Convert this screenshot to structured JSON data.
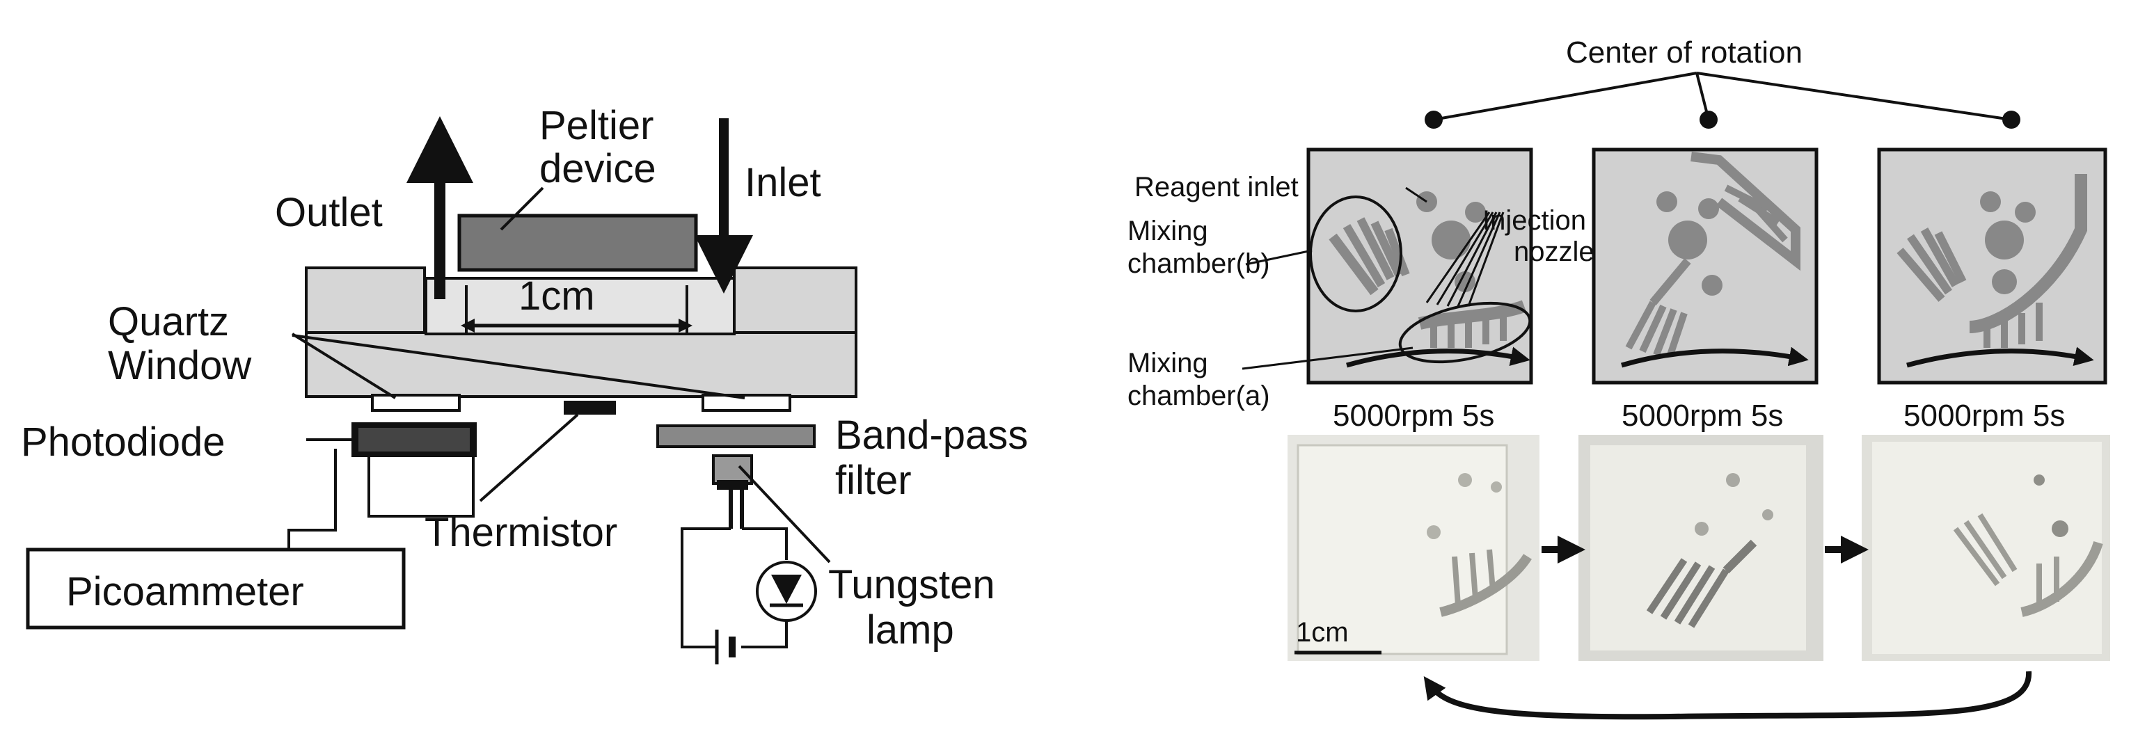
{
  "left_panel": {
    "labels": {
      "peltier": [
        "Peltier",
        "device"
      ],
      "outlet": "Outlet",
      "inlet": "Inlet",
      "dimension": "1cm",
      "quartz": [
        "Quartz",
        "Window"
      ],
      "photodiode": "Photodiode",
      "bandpass": [
        "Band-pass",
        "filter"
      ],
      "thermistor": "Thermistor",
      "picoammeter": "Picoammeter",
      "tungsten": [
        "Tungsten",
        "lamp"
      ]
    }
  },
  "right_panel": {
    "labels": {
      "center_of_rotation": "Center of rotation",
      "reagent_inlet": "Reagent inlet",
      "injection_nozzle": [
        "Injection",
        "nozzle"
      ],
      "mixing_chamber_b": [
        "Mixing",
        "chamber(b)"
      ],
      "mixing_chamber_a": [
        "Mixing",
        "chamber(a)"
      ],
      "scale_bar": "1cm"
    },
    "steps": [
      {
        "caption": "5000rpm 5s"
      },
      {
        "caption": "5000rpm 5s"
      },
      {
        "caption": "5000rpm 5s"
      }
    ]
  }
}
